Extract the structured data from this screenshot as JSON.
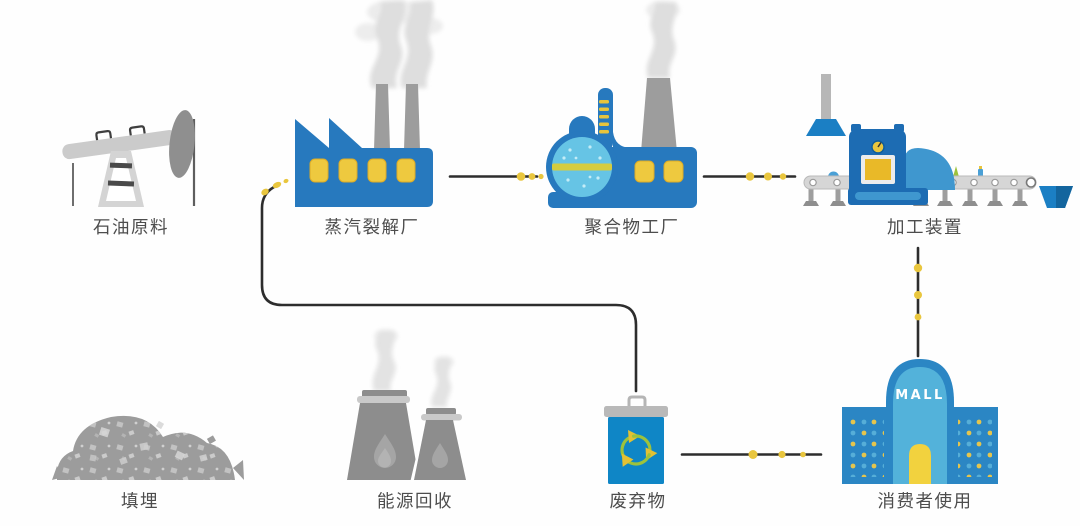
{
  "diagram": {
    "description": "plastic lifecycle flow diagram",
    "nodes": [
      {
        "id": "oil-feedstock",
        "label": "石油原料"
      },
      {
        "id": "steam-cracker",
        "label": "蒸汽裂解厂"
      },
      {
        "id": "polymer-plant",
        "label": "聚合物工厂"
      },
      {
        "id": "processing-unit",
        "label": "加工装置"
      },
      {
        "id": "consumer-use",
        "label": "消费者使用",
        "sign": "MALL"
      },
      {
        "id": "waste",
        "label": "废弃物"
      },
      {
        "id": "energy-recovery",
        "label": "能源回收"
      },
      {
        "id": "landfill",
        "label": "填埋"
      }
    ],
    "colors": {
      "factory_blue": "#2779be",
      "machine_blue": "#1d6cb3",
      "bright_blue": "#0f86c6",
      "light_blue": "#53b2da",
      "pellet_yellow": "#e9c63e",
      "door_yellow": "#f2d23e",
      "gray": "#9c9c9c",
      "smoke_gray": "#d9d9d9",
      "recycle_green": "#9dc23c",
      "flow_line": "#2d2d2d",
      "label_text": "#4d4d4d"
    }
  }
}
